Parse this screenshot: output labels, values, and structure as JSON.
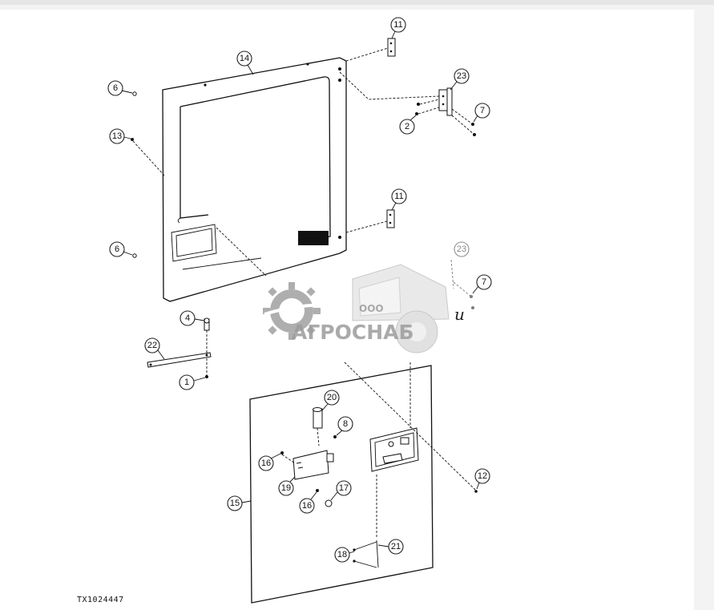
{
  "figure_code": "TX1024447",
  "watermark": {
    "company_prefix": "ООО",
    "company_name": "АГРОСНАБ",
    "side_mark": "u"
  },
  "callouts": [
    "11",
    "14",
    "23",
    "6",
    "7",
    "2",
    "13",
    "11",
    "6",
    "23",
    "7",
    "4",
    "22",
    "1",
    "20",
    "8",
    "16",
    "19",
    "16",
    "17",
    "15",
    "12",
    "18",
    "21"
  ]
}
